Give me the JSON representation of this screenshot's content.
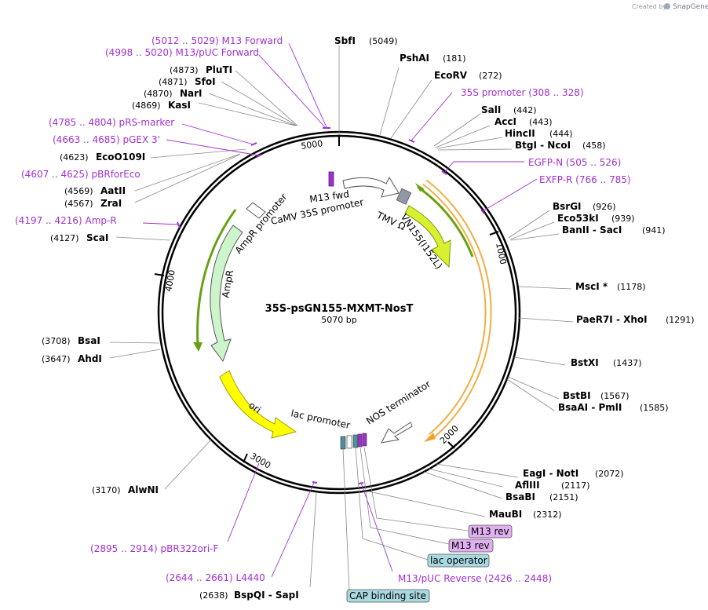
{
  "credit": "Created by",
  "brand": "SnapGene",
  "title": "35S-psGN155-MXMT-NosT",
  "length_label": "5070 bp",
  "total_bp": 5070,
  "ticks": [
    "1000",
    "2000",
    "3000",
    "4000",
    "5000"
  ],
  "sites": [
    {
      "name": "SbfI",
      "pos": "(5049)"
    },
    {
      "name": "PshAI",
      "pos": "(181)"
    },
    {
      "name": "EcoRV",
      "pos": "(272)"
    },
    {
      "name": "SalI",
      "pos": "(442)"
    },
    {
      "name": "AccI",
      "pos": "(443)"
    },
    {
      "name": "HincII",
      "pos": "(444)"
    },
    {
      "name": "BtgI - NcoI",
      "pos": "(458)"
    },
    {
      "name": "BsrGI",
      "pos": "(926)"
    },
    {
      "name": "Eco53kI",
      "pos": "(939)"
    },
    {
      "name": "BanII - SacI",
      "pos": "(941)"
    },
    {
      "name": "MscI *",
      "pos": "(1178)"
    },
    {
      "name": "PaeR7I - XhoI",
      "pos": "(1291)"
    },
    {
      "name": "BstXI",
      "pos": "(1437)"
    },
    {
      "name": "BstBI",
      "pos": "(1567)"
    },
    {
      "name": "BsaAI - PmlI",
      "pos": "(1585)"
    },
    {
      "name": "EagI - NotI",
      "pos": "(2072)"
    },
    {
      "name": "AflIII",
      "pos": "(2117)"
    },
    {
      "name": "BsaBI",
      "pos": "(2151)"
    },
    {
      "name": "MauBI",
      "pos": "(2312)"
    },
    {
      "name": "BspQI - SapI",
      "pos": "(2638)"
    },
    {
      "name": "AlwNI",
      "pos": "(3170)"
    },
    {
      "name": "AhdI",
      "pos": "(3647)"
    },
    {
      "name": "BsaI",
      "pos": "(3708)"
    },
    {
      "name": "ScaI",
      "pos": "(4127)"
    },
    {
      "name": "ZraI",
      "pos": "(4567)"
    },
    {
      "name": "AatII",
      "pos": "(4569)"
    },
    {
      "name": "EcoO109I",
      "pos": "(4623)"
    },
    {
      "name": "KasI",
      "pos": "(4869)"
    },
    {
      "name": "NarI",
      "pos": "(4870)"
    },
    {
      "name": "SfoI",
      "pos": "(4871)"
    },
    {
      "name": "PluTI",
      "pos": "(4873)"
    }
  ],
  "primers": [
    {
      "label": "(5012 .. 5029)  M13 Forward"
    },
    {
      "label": "(4998 .. 5020)  M13/pUC Forward"
    },
    {
      "label": "35S promoter   (308 .. 328)"
    },
    {
      "label": "EGFP-N   (505 .. 526)"
    },
    {
      "label": "EXFP-R   (766 .. 785)"
    },
    {
      "label": "(4785 .. 4804)  pRS-marker"
    },
    {
      "label": "(4663 .. 4685)  pGEX 3'"
    },
    {
      "label": "(4607 .. 4625)  pBRforEco"
    },
    {
      "label": "(4197 .. 4216)  Amp-R"
    },
    {
      "label": "(2895 .. 2914)  pBR322ori-F"
    },
    {
      "label": "(2644 .. 2661)  L4440"
    },
    {
      "label": "M13/pUC Reverse   (2426 .. 2448)"
    }
  ],
  "boxed_labels": [
    {
      "label": "M13 rev",
      "color": "#e0b0f0"
    },
    {
      "label": "M13 rev",
      "color": "#e0b0f0"
    },
    {
      "label": "lac operator",
      "color": "#a8d8e0"
    },
    {
      "label": "CAP binding site",
      "color": "#a8d8e0"
    }
  ],
  "features": [
    {
      "label": "M13 fwd"
    },
    {
      "label": "CaMV 35S promoter"
    },
    {
      "label": "TMV Ω"
    },
    {
      "label": "VN155(I152L)"
    },
    {
      "label": "AmpR promoter"
    },
    {
      "label": "AmpR"
    },
    {
      "label": "ori"
    },
    {
      "label": "lac promoter"
    },
    {
      "label": "NOS terminator"
    }
  ],
  "colors": {
    "primer": "#a030d0",
    "vn155": "#d8f030",
    "ampr": "#ccf5cc",
    "ori": "#ffff00",
    "mxmt_outline": "#f0a020",
    "lac_feature": "#a8d8e0"
  }
}
